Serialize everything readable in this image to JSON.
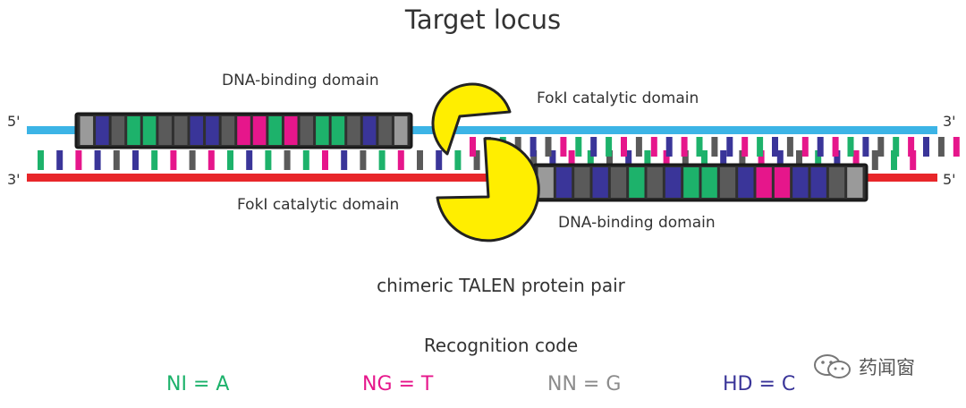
{
  "title": "Target locus",
  "labels": {
    "dna_binding_top": "DNA-binding domain",
    "fokl_top": "FokI catalytic domain",
    "fokl_bottom": "FokI catalytic domain",
    "dna_binding_bottom": "DNA-binding domain",
    "caption": "chimeric TALEN protein pair"
  },
  "strand_ends": {
    "left_top": "5'",
    "left_bottom": "3'",
    "right_top": "3'",
    "right_bottom": "5'"
  },
  "recognition_code": {
    "title": "Recognition code",
    "items": [
      {
        "text": "NI = A",
        "color": "#1db26b"
      },
      {
        "text": "NG = T",
        "color": "#e6168b"
      },
      {
        "text": "NN = G",
        "color": "#8c8c8c"
      },
      {
        "text": "HD = C",
        "color": "#3a3599"
      }
    ]
  },
  "colors": {
    "strand_top": "#3cb4e6",
    "strand_bottom": "#e8262a",
    "fokl": "#ffee00",
    "repeat_end": "#9a9a9a",
    "A": "#1db26b",
    "T": "#e6168b",
    "G": "#5a5a5a",
    "C": "#3a3599"
  },
  "left_protein_repeats": [
    "C",
    "G",
    "A",
    "A",
    "G",
    "G",
    "C",
    "C",
    "G",
    "T",
    "T",
    "A",
    "T",
    "G",
    "A",
    "A",
    "G",
    "C",
    "G"
  ],
  "right_protein_repeats": [
    "C",
    "G",
    "C",
    "G",
    "A",
    "G",
    "C",
    "A",
    "A",
    "G",
    "C",
    "T",
    "T",
    "C",
    "C",
    "G"
  ],
  "top_strand_bases": [
    "T",
    "G",
    "A",
    "G",
    "C",
    "G",
    "T",
    "A",
    "C",
    "A",
    "T",
    "G",
    "T",
    "C",
    "T",
    "A",
    "G",
    "C",
    "T",
    "A",
    "C",
    "G",
    "T",
    "C",
    "T",
    "A",
    "C",
    "G",
    "A",
    "T",
    "C",
    "G",
    "T"
  ],
  "bottom_strand_bases": [
    "A",
    "C",
    "T",
    "C",
    "G",
    "C",
    "A",
    "T",
    "G",
    "T",
    "A",
    "C",
    "A",
    "G",
    "A",
    "T",
    "C",
    "G",
    "A",
    "T",
    "G",
    "C",
    "A",
    "G",
    "A",
    "T",
    "G",
    "C",
    "T",
    "A",
    "G",
    "C",
    "A",
    "T",
    "G",
    "A",
    "C",
    "G",
    "T",
    "C",
    "G",
    "A",
    "C",
    "T",
    "G",
    "A",
    "T"
  ],
  "watermark": {
    "text": "药闻窗",
    "icon": "wechat-icon"
  }
}
